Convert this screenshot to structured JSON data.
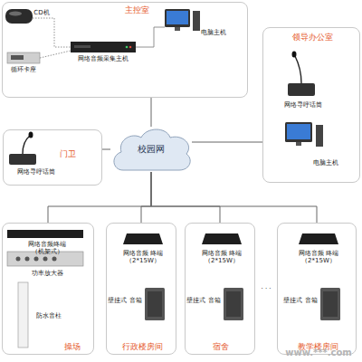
{
  "diagram": {
    "nodes": [
      {
        "text": [
          "主控室"
        ]
      },
      {
        "text": [
          "领导办公室"
        ]
      },
      {
        "text": [
          "门卫"
        ]
      },
      {
        "text": [
          "校园网"
        ]
      },
      {
        "text": [
          "操场"
        ]
      },
      {
        "text": [
          "行政楼房间"
        ]
      },
      {
        "text": [
          "宿舍"
        ]
      },
      {
        "text": [
          "教学楼房间"
        ]
      }
    ],
    "edges": [
      {
        "from": 3,
        "to": 0,
        "arrow": "none"
      },
      {
        "from": 3,
        "to": 1,
        "arrow": "none"
      },
      {
        "from": 3,
        "to": 2,
        "arrow": "none"
      },
      {
        "from": 3,
        "to": 4,
        "arrow": "none"
      },
      {
        "from": 3,
        "to": 5,
        "arrow": "none"
      },
      {
        "from": 3,
        "to": 6,
        "arrow": "none"
      },
      {
        "from": 3,
        "to": 7,
        "arrow": "none"
      }
    ],
    "labels": [
      "CD机",
      "循环卡座",
      "网络音频采集主机",
      "电脑主机",
      "网络寻呼话筒",
      "电脑主机",
      "网络寻呼话筒",
      "网络音频终端（机架式）",
      "功率放大器",
      "防水音柱",
      "网络音频 终端（2*15W）",
      "壁挂式 音箱",
      "网络音频 终端（2*15W）",
      "壁挂式 音箱",
      "· · ·",
      "网络音频 终端（2*15W）",
      "壁挂式 音箱",
      "www.***.com"
    ]
  }
}
